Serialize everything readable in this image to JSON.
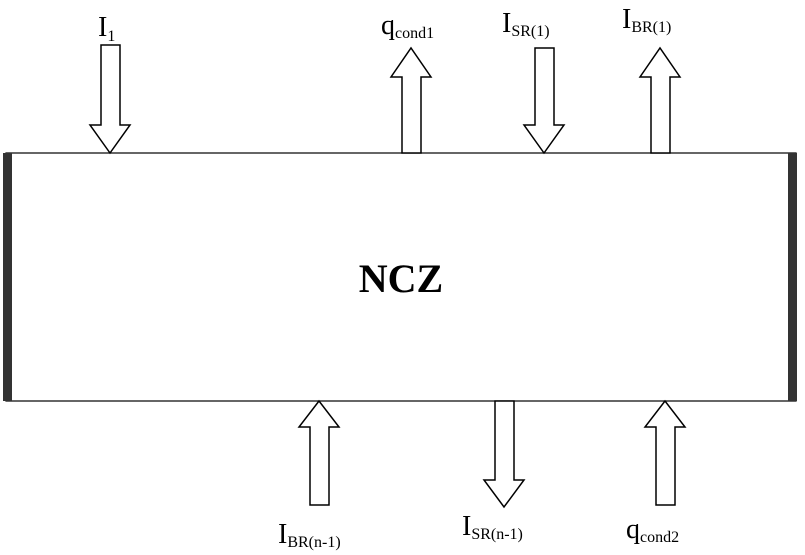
{
  "box": {
    "label": "NCZ"
  },
  "arrows_top": [
    {
      "main": "I",
      "sub": "1",
      "direction": "down"
    },
    {
      "main": "q",
      "sub": "cond1",
      "direction": "up"
    },
    {
      "main": "I",
      "sub": "SR(1)",
      "direction": "down"
    },
    {
      "main": "I",
      "sub": "BR(1)",
      "direction": "up"
    }
  ],
  "arrows_bottom": [
    {
      "main": "I",
      "sub": "BR(n-1)",
      "direction": "up"
    },
    {
      "main": "I",
      "sub": "SR(n-1)",
      "direction": "down"
    },
    {
      "main": "q",
      "sub": "cond2",
      "direction": "up"
    }
  ],
  "colors": {
    "stroke": "#000000",
    "edge_bar": "#333333",
    "fill": "#ffffff"
  }
}
